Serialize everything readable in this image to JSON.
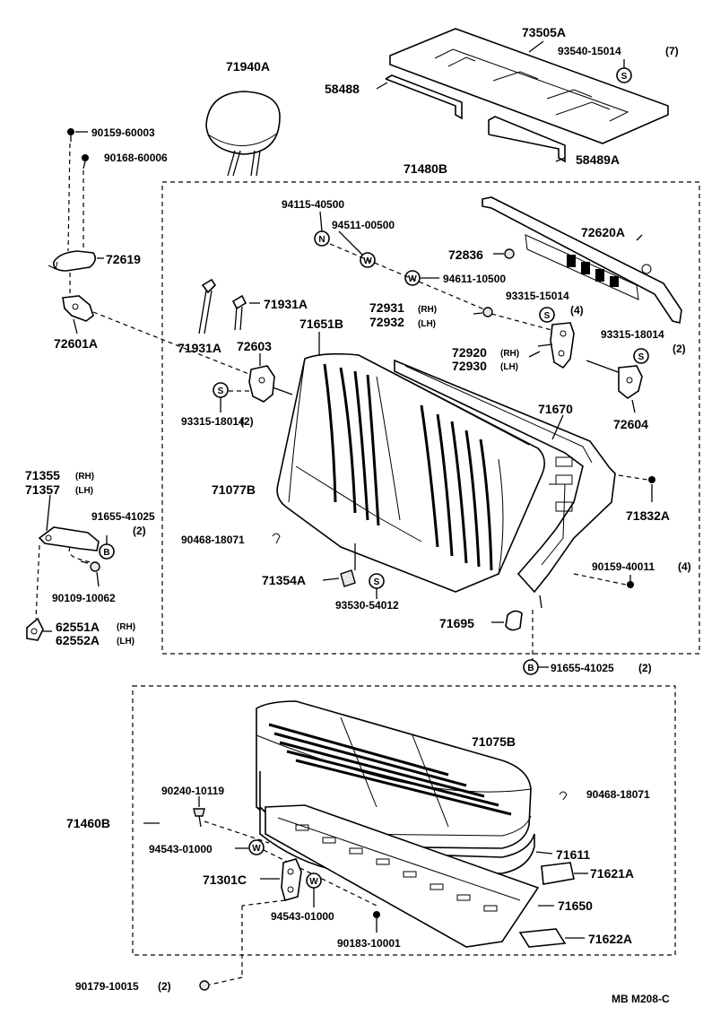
{
  "labels": {
    "p73505A": "73505A",
    "p93540": "93540-15014",
    "p93540_qty": "(7)",
    "p71940A": "71940A",
    "p58488": "58488",
    "p58489A": "58489A",
    "p90159_60003": "90159-60003",
    "p90168": "90168-60006",
    "p71480B": "71480B",
    "p94115": "94115-40500",
    "p94511": "94511-00500",
    "p72836": "72836",
    "p72620A": "72620A",
    "p72619": "72619",
    "p94611": "94611-10500",
    "p71931A_a": "71931A",
    "p72931": "72931",
    "p72932": "72932",
    "p93315_15014": "93315-15014",
    "p93315_15014_qty": "(4)",
    "p72601A": "72601A",
    "p71651B": "71651B",
    "p93315_18014_r": "93315-18014",
    "p93315_18014_r_qty": "(2)",
    "p71931A_b": "71931A",
    "p72603": "72603",
    "p72920": "72920",
    "p72930": "72930",
    "p93315_18014_l": "93315-18014",
    "p93315_18014_l_qty": "(2)",
    "p71670": "71670",
    "p72604": "72604",
    "p71355": "71355",
    "p71357": "71357",
    "p71077B": "71077B",
    "p91655_a": "91655-41025",
    "p91655_a_qty": "(2)",
    "p71832A": "71832A",
    "p90468_a": "90468-18071",
    "p90159_40011": "90159-40011",
    "p90159_40011_qty": "(4)",
    "p71354A": "71354A",
    "p90109": "90109-10062",
    "p93530": "93530-54012",
    "p62551A": "62551A",
    "p62552A": "62552A",
    "p71695": "71695",
    "p91655_b": "91655-41025",
    "p91655_b_qty": "(2)",
    "p71075B": "71075B",
    "p90240": "90240-10119",
    "p90468_b": "90468-18071",
    "p71460B": "71460B",
    "p94543_a": "94543-01000",
    "p71611": "71611",
    "p71301C": "71301C",
    "p71621A": "71621A",
    "p71650": "71650",
    "p94543_b": "94543-01000",
    "p90183": "90183-10001",
    "p71622A": "71622A",
    "p90179": "90179-10015",
    "p90179_qty": "(2)",
    "mb_code": "MB  M208-C"
  },
  "side": {
    "rh": "(RH)",
    "lh": "(LH)"
  },
  "symbols": {
    "s": "S",
    "n": "N",
    "w": "W",
    "b": "B"
  }
}
